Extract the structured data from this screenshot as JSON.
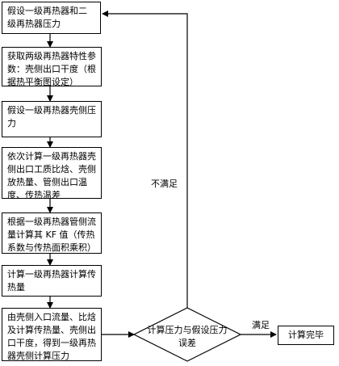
{
  "steps": [
    {
      "text": "假设一级再热器和二级再热器压力"
    },
    {
      "text": "获取两级再热器特性参数：壳侧出口干度（根据热平衡图设定）"
    },
    {
      "text": "假设一级再热器壳侧压力"
    },
    {
      "text": "依次计算一级再热器壳侧出口工质比焓、壳侧放热量、管侧出口温度、传热温差"
    },
    {
      "text": "根据一级再热器管侧流量计算其 KF 值（传热系数与传热面积乘积）"
    },
    {
      "text": "计算一级再热器计算传热量"
    },
    {
      "text": "由壳侧入口流量、比焓及计算传热量、壳侧出口干度，得到一级再热器壳侧计算压力"
    }
  ],
  "decision": {
    "text": "计算压力与假设压力误差"
  },
  "yes_label": "满足",
  "no_label": "不满足",
  "end": {
    "text": "计算完毕"
  }
}
